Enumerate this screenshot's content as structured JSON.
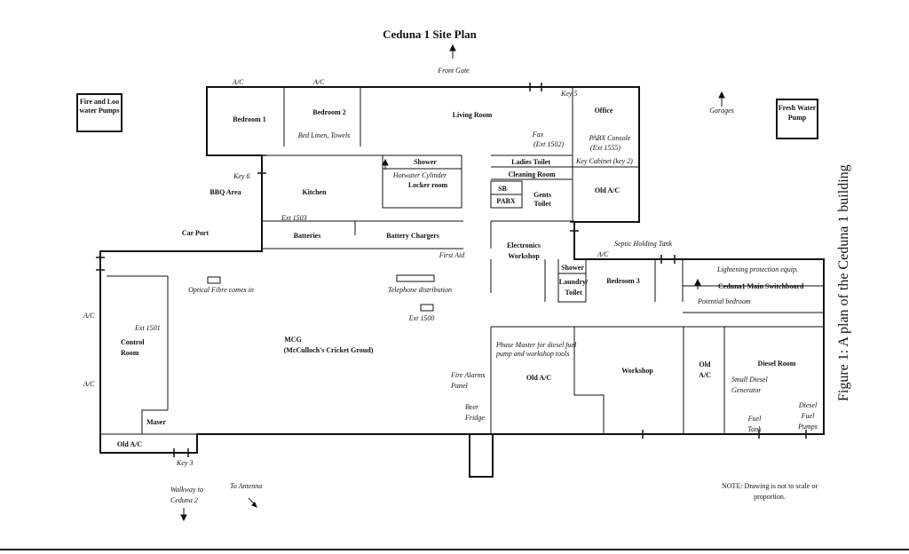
{
  "title": "Ceduna 1 Site Plan",
  "caption": "Figure 1: A plan of the Ceduna 1 building",
  "note": "NOTE: Drawing is not to scale or proportion.",
  "outside": {
    "front_gate": "Front Gate",
    "garages": "Garages",
    "fire_loo_pumps": "Fire and Loo water Pumps",
    "fresh_water_pump": "Fresh Water Pump",
    "walkway": "Walkway to Ceduna 2",
    "to_antenna": "To Antenna",
    "car_port": "Car Port",
    "bbq_area": "BBQ Area"
  },
  "keys": {
    "key3": "Key 3",
    "key5": "Key 5",
    "key6": "Key 6"
  },
  "rooms": {
    "bedroom1": "Bedroom 1",
    "bedroom2": "Bedroom 2",
    "bed_linen": "Bed Linen, Towels",
    "living_room": "Living Room",
    "office": "Office",
    "pabx_console": "PABX Console",
    "ext1555": "(Ext 1555)",
    "fax": "Fax",
    "ext1502": "(Ext 1502)",
    "key_cabinet": "Key Cabinet (key 2)",
    "ladies_toilet": "Ladies Toilet",
    "cleaning_room": "Cleaning Room",
    "sb": "SB",
    "pabx": "PABX",
    "gents_toilet": "Gents Toilet",
    "old_ac_office": "Old A/C",
    "shower": "Shower",
    "hotwater": "Hotwater Cylinder",
    "locker_room": "Locker room",
    "kitchen": "Kitchen",
    "ext1503": "Ext 1503",
    "batteries": "Batteries",
    "battery_chargers": "Battery Chargers",
    "first_aid": "First Aid",
    "electronics_workshop": "Electronics Workshop",
    "septic": "Septic Holding Tank",
    "ac_septic": "A/C",
    "shower2": "Shower",
    "laundry_toilet": "Laundry/ Toilet",
    "bedroom3": "Bedroom 3",
    "lightening": "Lightening protection equip.",
    "main_switchboard": "Ceduna1 Main Switchboard",
    "potential_bedroom": "Potential bedroom",
    "optical_fibre": "Optical Fibre comes in",
    "telephone_distribution": "Telephone distribution",
    "ext1500": "Ext 1500",
    "ext1501": "Ext 1501",
    "control_room": "Control Room",
    "mcg": "MCG",
    "mcg_full": "(McCulloch's Cricket Groud)",
    "maser": "Maser",
    "old_ac_control": "Old A/C",
    "phase_master": "Phase Master for diesel fuel pump and workshop tools",
    "old_ac_mid": "Old A/C",
    "fire_alarms": "Fire Alarms Panel",
    "beer_fridge": "Beer Fridge",
    "workshop": "Workshop",
    "old_ac_diesel": "Old A/C",
    "diesel_room": "Diesel Room",
    "small_diesel": "Small Diesel Generator",
    "fuel_tank": "Fuel Tank",
    "diesel_fuel_pumps": "Diesel Fuel Pumps",
    "ac_bed1": "A/C",
    "ac_bed2": "A/C",
    "ac_west1": "A/C",
    "ac_west2": "A/C"
  }
}
